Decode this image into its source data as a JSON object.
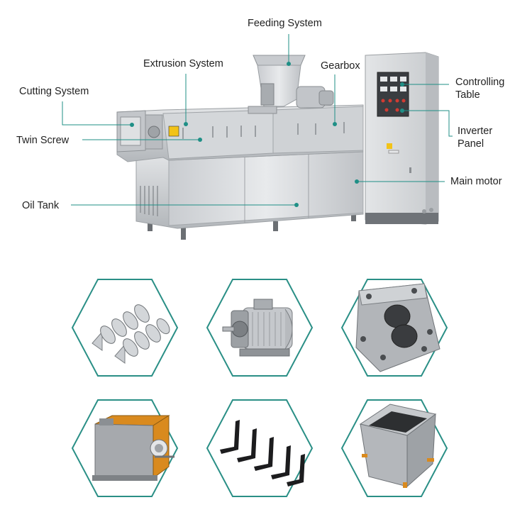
{
  "labels": {
    "feeding_system": "Feeding System",
    "extrusion_system": "Extrusion System",
    "gearbox": "Gearbox",
    "cutting_system": "Cutting System",
    "controlling_table_line1": "Controlling",
    "controlling_table_line2": "Table",
    "twin_screw": "Twin Screw",
    "inverter_panel_line1": "Inverter",
    "inverter_panel_line2": "Panel",
    "main_motor": "Main motor",
    "oil_tank": "Oil Tank"
  },
  "colors": {
    "leader_line": "#1f8f86",
    "hex_border": "#2a8f86",
    "steel_light": "#d7d9db",
    "steel_mid": "#b9bcc0",
    "steel_dark": "#8e9296",
    "rust_orange": "#d98a1e"
  },
  "parts": [
    {
      "icon": "twin-screw-icon"
    },
    {
      "icon": "electric-motor-icon"
    },
    {
      "icon": "die-plate-icon"
    },
    {
      "icon": "barrel-block-icon"
    },
    {
      "icon": "cutting-blades-icon"
    },
    {
      "icon": "hopper-icon"
    }
  ]
}
